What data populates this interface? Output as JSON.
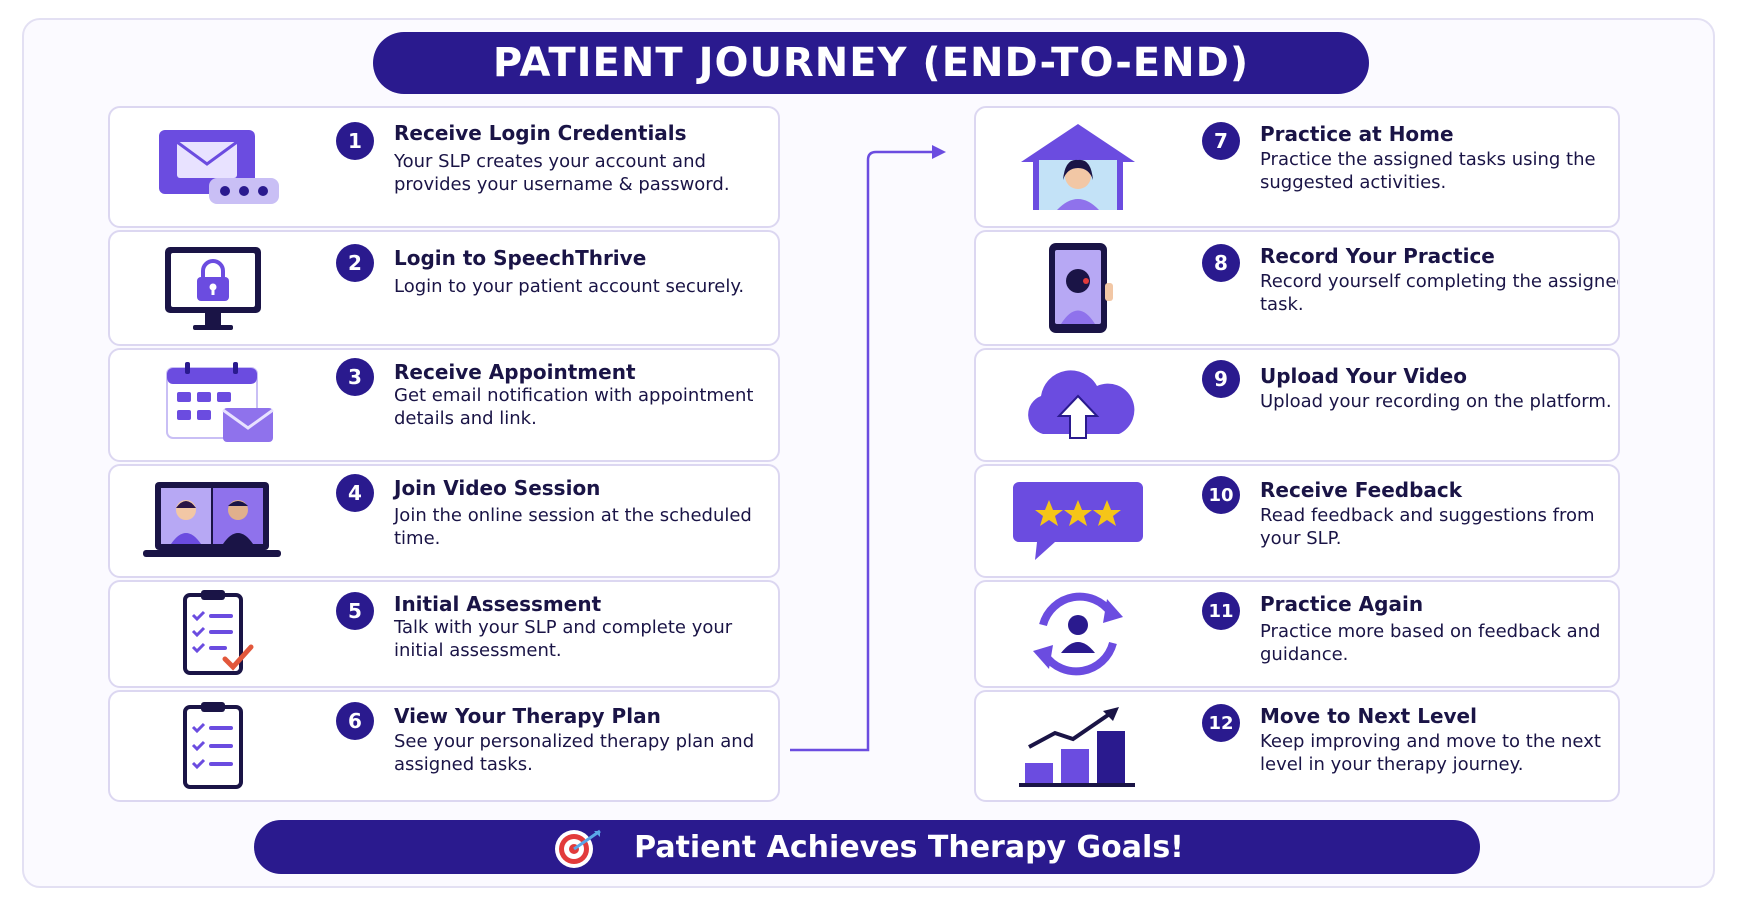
{
  "title": "PATIENT JOURNEY (END-TO-END)",
  "steps": [
    {
      "number": "1",
      "title": "Receive Login Credentials",
      "desc": "Your SLP creates your account and provides your username & password.",
      "icon": "envelope-password-icon"
    },
    {
      "number": "2",
      "title": "Login to SpeechThrive",
      "desc": "Login to your patient account securely.",
      "icon": "monitor-lock-icon"
    },
    {
      "number": "3",
      "title": "Receive Appointment",
      "desc": "Get email notification with appointment details and link.",
      "icon": "calendar-envelope-icon"
    },
    {
      "number": "4",
      "title": "Join Video Session",
      "desc": "Join the online session at the scheduled time.",
      "icon": "laptop-video-call-icon"
    },
    {
      "number": "5",
      "title": "Initial Assessment",
      "desc": "Talk with your SLP and complete your initial assessment.",
      "icon": "clipboard-checklist-pen-icon"
    },
    {
      "number": "6",
      "title": "View Your Therapy Plan",
      "desc": "See your personalized therapy plan and assigned tasks.",
      "icon": "clipboard-checklist-icon"
    },
    {
      "number": "7",
      "title": "Practice at Home",
      "desc": "Practice the assigned tasks using the suggested activities.",
      "icon": "house-person-icon"
    },
    {
      "number": "8",
      "title": "Record Your Practice",
      "desc": "Record yourself completing the assigned task.",
      "icon": "phone-recording-icon"
    },
    {
      "number": "9",
      "title": "Upload Your Video",
      "desc": "Upload your recording on the platform.",
      "icon": "cloud-upload-icon"
    },
    {
      "number": "10",
      "title": "Receive Feedback",
      "desc": "Read feedback and suggestions from your SLP.",
      "icon": "speech-bubble-stars-icon"
    },
    {
      "number": "11",
      "title": "Practice Again",
      "desc": "Practice more based on feedback and guidance.",
      "icon": "cycle-person-icon"
    },
    {
      "number": "12",
      "title": "Move to Next Level",
      "desc": "Keep improving and move to the next level in your therapy journey.",
      "icon": "growth-chart-icon"
    }
  ],
  "goal": {
    "text": "Patient Achieves Therapy Goals!",
    "icon": "target-arrow-icon"
  },
  "colors": {
    "primary": "#2a1a8e",
    "accent": "#6b4ce0",
    "light_accent": "#c9bff5",
    "star": "#f5c518",
    "target_red": "#e23b3b"
  }
}
